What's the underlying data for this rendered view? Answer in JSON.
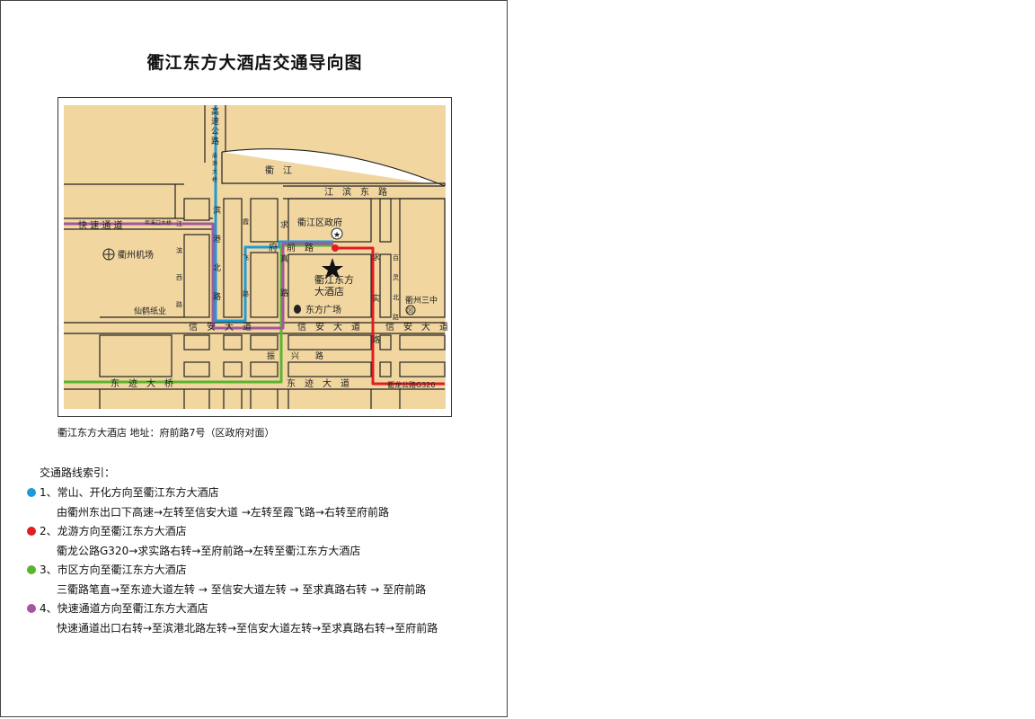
{
  "title": "衢江东方大酒店交通导向图",
  "map": {
    "colors": {
      "land": "#f1d6a0",
      "road": "#ffffff",
      "route1": "#1e9bd7",
      "route2": "#e31b23",
      "route3": "#5bb431",
      "route4": "#a4579f"
    },
    "labels": {
      "highway_v": [
        "高",
        "速",
        "公",
        "路"
      ],
      "bridge_v": [
        "庙",
        "港",
        "大",
        "桥"
      ],
      "river": "衢　江",
      "jiangbin": "江　滨　东　路",
      "express": "快 速 通 道",
      "xiafei_bridge": "年溪口大桥",
      "airport": "衢州机场",
      "binxi": [
        "滨",
        "西",
        "路"
      ],
      "bingang": [
        "滨",
        "港",
        "北",
        "路"
      ],
      "xiafei": [
        "霞",
        "飞",
        "路"
      ],
      "qiuzhen": [
        "求",
        "真",
        "路"
      ],
      "fuqian": "府　前　路",
      "gov": "衢江区政府",
      "hotel": [
        "衢江东方",
        "大酒店"
      ],
      "qiushi": [
        "求",
        "实",
        "路"
      ],
      "baiyun": [
        "百",
        "灵",
        "北",
        "路"
      ],
      "school": "衢州三中",
      "plaza": "东方广场",
      "paper": "仙鹤纸业",
      "xinan_left": "信　安　大　道",
      "xinan_mid": "信　安　大　道",
      "xinan_right": "信　安　大　道",
      "zhenxing": "振　　兴　　路",
      "dongji_bridge": "东　迹　大　桥",
      "dongji": "东　迹　大　道",
      "g320": "衢龙公路G320",
      "river_prefix": "江"
    }
  },
  "address": "衢江东方大酒店  地址：府前路7号（区政府对面）",
  "legend": {
    "header": "交通路线索引：",
    "routes": [
      {
        "title": "1、常山、开化方向至衢江东方大酒店",
        "desc": "由衢州东出口下高速→左转至信安大道 →左转至霞飞路→右转至府前路",
        "color": "#1e9bd7"
      },
      {
        "title": "2、龙游方向至衢江东方大酒店",
        "desc": "衢龙公路G320→求实路右转→至府前路→左转至衢江东方大酒店",
        "color": "#e31b23"
      },
      {
        "title": "3、市区方向至衢江东方大酒店",
        "desc": "三衢路笔直→至东迹大道左转 → 至信安大道左转 → 至求真路右转 → 至府前路",
        "color": "#5bb431"
      },
      {
        "title": "4、快速通道方向至衢江东方大酒店",
        "desc": "快速通道出口右转→至滨港北路左转→至信安大道左转→至求真路右转→至府前路",
        "color": "#a4579f"
      }
    ]
  }
}
